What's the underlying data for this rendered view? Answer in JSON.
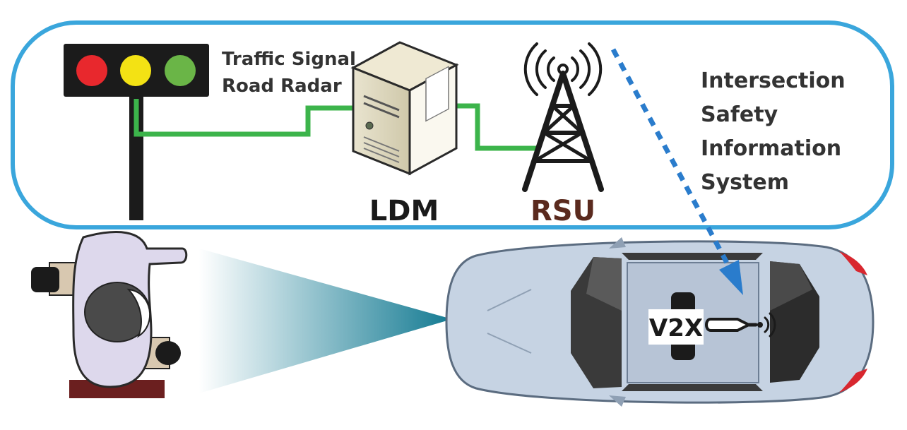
{
  "labels": {
    "sources_line1": "Traffic Signal",
    "sources_line2": "Road Radar",
    "ldm": "LDM",
    "rsu": "RSU",
    "system_line1": "Intersection",
    "system_line2": "Safety",
    "system_line3": "Information",
    "system_line4": "System",
    "v2x": "V2X"
  },
  "colors": {
    "frame": "#3aa6dc",
    "link": "#3cb44b",
    "broadcast": "#2a7ccc",
    "rsu_text": "#5a2a1e",
    "light_red": "#e8282d",
    "light_yellow": "#f3e214",
    "light_green": "#6ab547",
    "car_body": "#c6d3e3",
    "pedestrian_coat": "#ddd8ec"
  },
  "icons": [
    "traffic-light-icon",
    "server-icon",
    "antenna-tower-icon",
    "car-icon",
    "pedestrian-icon",
    "radar-beam-icon",
    "v2x-antenna-icon"
  ]
}
